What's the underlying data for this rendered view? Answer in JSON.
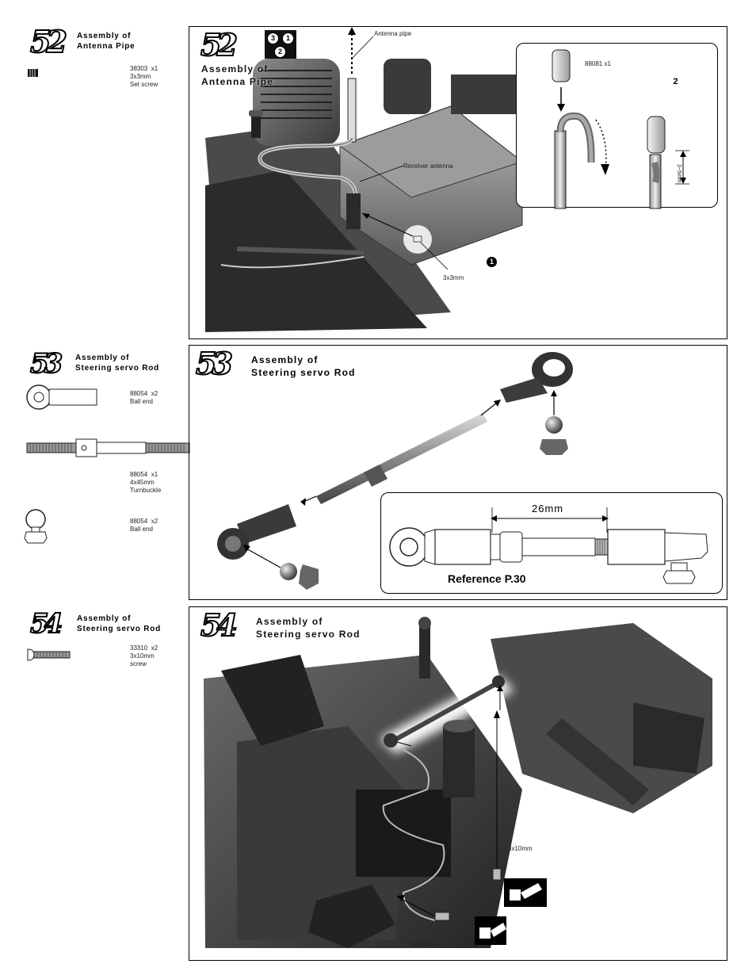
{
  "step52": {
    "number": "52",
    "title_line1": "Assembly of",
    "title_line2": "Antenna Pipe",
    "parts": [
      {
        "code": "38303",
        "qty": "x1",
        "size": "3x3mm",
        "name": "Set screw"
      }
    ],
    "panel_title_line1": "Assembly of",
    "panel_title_line2": "Antenna Pipe",
    "order_badges": [
      "3",
      "1",
      "2"
    ],
    "labels": {
      "antenna_pipe": "Antenna pipe",
      "receiver_antenna": "Receiver antenna",
      "screw_size": "3x3mm",
      "step1": "1",
      "step2": "2",
      "cap_part": "88081  x1",
      "gap": "3~5mm"
    }
  },
  "step53": {
    "number": "53",
    "title_line1": "Assembly of",
    "title_line2": "Steering servo Rod",
    "parts": [
      {
        "code": "88054",
        "qty": "x2",
        "size": "",
        "name": "Ball end"
      },
      {
        "code": "88054",
        "qty": "x1",
        "size": "4x45mm",
        "name": "Turnbuckle"
      },
      {
        "code": "88054",
        "qty": "x2",
        "size": "",
        "name": "Ball end"
      }
    ],
    "panel_title_line1": "Assembly of",
    "panel_title_line2": "Steering servo Rod",
    "dimension": "26mm",
    "reference": "Reference  P.30"
  },
  "step54": {
    "number": "54",
    "title_line1": "Assembly of",
    "title_line2": "Steering servo Rod",
    "parts": [
      {
        "code": "33310",
        "qty": "x2",
        "size": "3x10mm",
        "name": "screw"
      }
    ],
    "panel_title_line1": "Assembly of",
    "panel_title_line2": "Steering servo Rod",
    "labels": {
      "screw_a": "3x10mm",
      "screw_b": "3x10mm",
      "threadlock": "TL"
    }
  }
}
